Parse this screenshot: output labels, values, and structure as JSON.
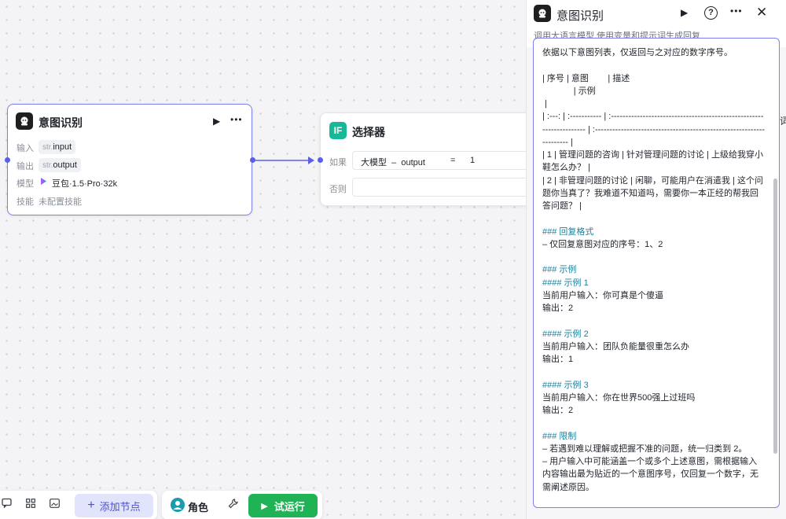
{
  "intent_node": {
    "title": "意图识别",
    "input_label": "输入",
    "input_type": "str.",
    "input_name": "input",
    "output_label": "输出",
    "output_type": "str.",
    "output_name": "output",
    "model_label": "模型",
    "model_name": "豆包·1.5·Pro·32k",
    "skill_label": "技能",
    "skill_value": "未配置技能"
  },
  "selector_node": {
    "title": "选择器",
    "icon_text": "IF",
    "if_label": "如果",
    "cond_left": "大模型  –  output",
    "cond_op": "=",
    "cond_right": "1",
    "else_label": "否则"
  },
  "panel": {
    "title": "意图识别",
    "subtitle": "调用大语言模型,使用变量和提示词生成回复",
    "edge_fragment": "词",
    "prompt": "依据以下意图列表，仅返回与之对应的数字序号。\n\n| 序号 | 意图        | 描述\n             | 示例\n |\n| :---: | :----------- | :-------------------------------------------------------------------- | :-------------------------------------------------------------------- |\n| 1 | 管理问题的咨询 | 针对管理问题的讨论 | 上级给我穿小鞋怎么办？ |\n| 2 | 非管理问题的讨论 | 闲聊，可能用户在消遣我 | 这个问题你当真了？我难道不知道吗，需要你一本正经的帮我回答问题？ |\n\n### 回复格式\n– 仅回复意图对应的序号：1、2\n\n### 示例\n#### 示例 1\n当前用户输入：你可真是个傻逼\n输出：2\n\n#### 示例 2\n当前用户输入：团队负能量很重怎么办\n输出：1\n\n#### 示例 3\n当前用户输入：你在世界500强上过班吗\n输出：2\n\n### 限制\n– 若遇到难以理解或把握不准的问题，统一归类到 2。\n– 用户输入中可能涵盖一个或多个上述意图，需根据输入内容输出最为贴近的一个意图序号，仅回复一个数字，无需阐述原因。"
  },
  "toolbar": {
    "add_node_label": "添加节点",
    "role_label": "角色",
    "test_run_label": "试运行"
  },
  "colors": {
    "accent": "#5a5fe6",
    "heading": "#1a7f9c",
    "run_green": "#1fb355",
    "selector_icon": "#17b897"
  },
  "icons": [
    "bot-icon",
    "play-icon",
    "more-icon",
    "help-icon",
    "close-icon",
    "model-logo-icon",
    "comment-icon",
    "grid-icon",
    "image-icon",
    "plus-icon",
    "role-avatar-icon",
    "wrench-icon"
  ]
}
